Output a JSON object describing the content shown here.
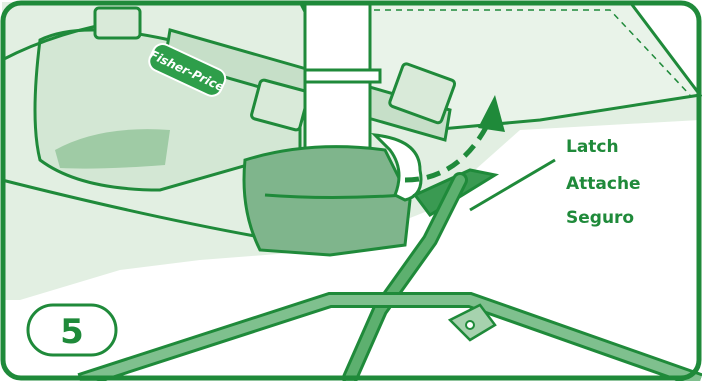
{
  "step": {
    "number": "5"
  },
  "callout": {
    "lines": [
      "Latch",
      "Attache",
      "Seguro"
    ]
  },
  "logo": {
    "text": "Fisher-Price"
  },
  "colors": {
    "frame_green": "#1f8a3a",
    "light_green": "#e2efe2",
    "mid_green": "#7fb58c",
    "tube_green": "#3a9a52",
    "white": "#ffffff"
  }
}
